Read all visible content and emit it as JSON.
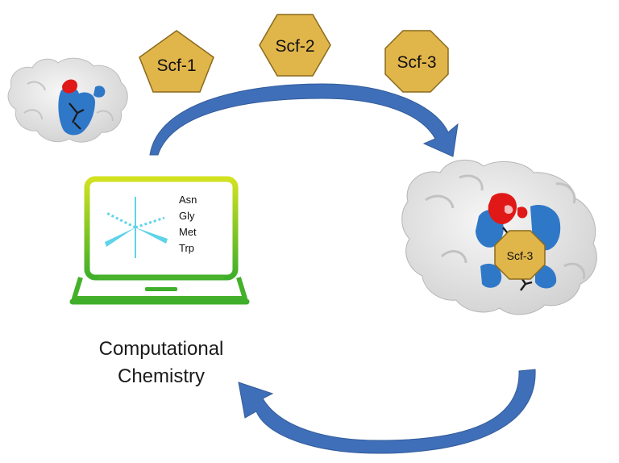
{
  "scaffolds": [
    {
      "label": "Scf-1",
      "shape": "pentagon"
    },
    {
      "label": "Scf-2",
      "shape": "hexagon"
    },
    {
      "label": "Scf-3",
      "shape": "octagon"
    }
  ],
  "bound_scaffold": {
    "label": "Scf-3"
  },
  "screen_residues": [
    "Asn",
    "Gly",
    "Met",
    "Trp"
  ],
  "caption": {
    "line1": "Computational",
    "line2": "Chemistry"
  },
  "colors": {
    "scaffold_fill": "#e0b54a",
    "scaffold_stroke": "#8a6a1c",
    "arrow": "#3f6fb8",
    "laptop_top": "#cfe021",
    "laptop_bottom": "#3fae2a",
    "protein_surface": "#e9e9e9",
    "binding_blue": "#2f78c8",
    "binding_red": "#e01818",
    "ligand_icon": "#5fd3e8"
  }
}
